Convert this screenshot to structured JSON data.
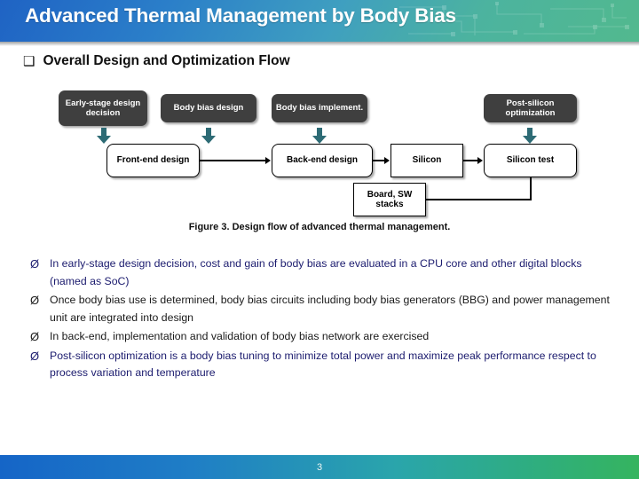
{
  "banner": {
    "title": "Advanced Thermal Management by Body Bias"
  },
  "heading": {
    "marker": "❑",
    "text": "Overall Design and Optimization Flow"
  },
  "diagram": {
    "boxes": [
      {
        "id": "early-stage-design-decision",
        "label": "Early-stage design decision",
        "style": "dark"
      },
      {
        "id": "body-bias-design",
        "label": "Body bias design",
        "style": "dark"
      },
      {
        "id": "body-bias-implement",
        "label": "Body bias implement.",
        "style": "dark"
      },
      {
        "id": "post-silicon-optimization",
        "label": "Post-silicon optimization",
        "style": "dark"
      },
      {
        "id": "front-end-design",
        "label": "Front-end design",
        "style": "light"
      },
      {
        "id": "back-end-design",
        "label": "Back-end design",
        "style": "light"
      },
      {
        "id": "silicon",
        "label": "Silicon",
        "style": "rect"
      },
      {
        "id": "silicon-test",
        "label": "Silicon test",
        "style": "light"
      },
      {
        "id": "board-sw-stacks",
        "label": "Board, SW stacks",
        "style": "rect"
      }
    ],
    "arrow_color": "#2d6b75",
    "line_color": "#000000"
  },
  "caption": {
    "text": "Figure 3. Design flow of advanced thermal management."
  },
  "bullets": {
    "marker": "Ø",
    "items": [
      {
        "text": "In early-stage design decision, cost and gain of body bias are evaluated in a CPU core and other digital blocks (named as SoC)",
        "color": "navy"
      },
      {
        "text": "Once body bias use is determined, body bias circuits including body bias generators (BBG) and power management unit are integrated into design",
        "color": "black"
      },
      {
        "text": "In back-end, implementation and validation of body bias network are exercised",
        "color": "black"
      },
      {
        "text": "Post-silicon optimization is a body bias tuning to minimize total power and maximize peak performance respect to process variation and temperature",
        "color": "navy"
      }
    ]
  },
  "footer": {
    "page_number": "3"
  },
  "colors": {
    "banner_start": "#1f63c4",
    "banner_end": "#52b98e",
    "dark_box": "#3f3f3f",
    "navy_text": "#1b1b6e",
    "arrow_teal": "#2d6b75"
  }
}
